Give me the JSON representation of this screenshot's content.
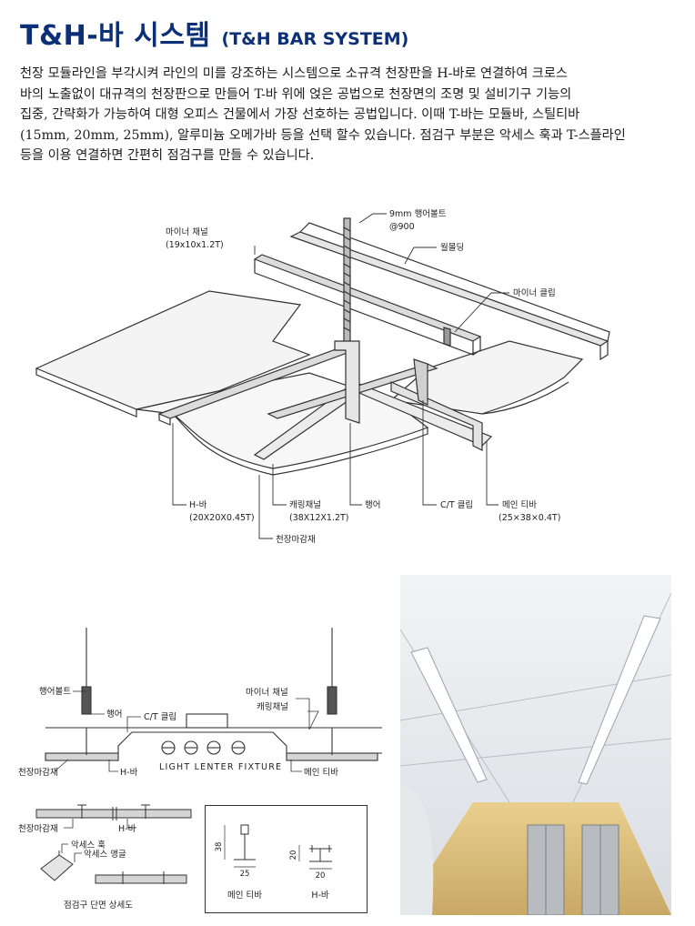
{
  "title": {
    "main": "T&H-바 시스템",
    "sub": "(T&H BAR SYSTEM)"
  },
  "intro_lines": [
    "천장 모듈라인을 부각시켜 라인의 미를 강조하는 시스템으로 소규격 천장판을 H-바로 연결하여 크로스",
    "바의 노출없이 대규격의 천장판으로 만들어 T-바 위에 얹은 공법으로 천장면의 조명 및 설비기구 기능의",
    "집중, 간략화가 가능하여 대형 오피스 건물에서 가장 선호하는 공법입니다. 이때 T-바는 모듈바, 스틸티바",
    "(15mm, 20mm, 25mm), 알루미늄 오메가바 등을 선택 할수 있습니다. 점검구 부분은 악세스 훅과 T-스플라인",
    "등을 이용 연결하면 간편히 점검구를 만들 수 있습니다."
  ],
  "iso_diagram": {
    "hanger_bolt": "9mm 행어볼트",
    "hanger_bolt_spacing": "@900",
    "wall_molding": "월몰딩",
    "minor_channel": "마이너 채널",
    "minor_channel_spec": "(19x10x1.2T)",
    "minor_clip": "마이너 클립",
    "h_bar": "H-바",
    "h_bar_spec": "(20X20X0.45T)",
    "carrying_channel": "캐링채널",
    "carrying_channel_spec": "(38X12X1.2T)",
    "hanger": "행어",
    "ct_clip": "C/T 클립",
    "main_tbar": "메인 티바",
    "main_tbar_spec": "(25×38×0.4T)",
    "ceiling_finish": "천장마감재"
  },
  "section_diagram": {
    "hanger_bolt": "행어볼트",
    "hanger": "행어",
    "ct_clip": "C/T 클립",
    "minor_channel": "마이너 채널",
    "carrying_channel": "캐링채널",
    "ceiling_finish": "천장마감재",
    "h_bar": "H-바",
    "light_fixture": "LIGHT LENTER FIXTURE",
    "main_tbar": "메인 티바"
  },
  "access_detail": {
    "ceiling_finish": "천장마감재",
    "h_bar": "H-바",
    "access_hook": "악세스 훅",
    "access_angle": "악세스 앵글",
    "caption": "점검구 단면 상세도"
  },
  "profile_detail": {
    "main_tbar_height": "38",
    "main_tbar_width": "25",
    "main_tbar_label": "메인 티바",
    "h_bar_height": "20",
    "h_bar_width": "20",
    "h_bar_label": "H-바"
  },
  "colors": {
    "title": "#0d2f78",
    "text": "#1c1c1c",
    "line": "#333333"
  }
}
